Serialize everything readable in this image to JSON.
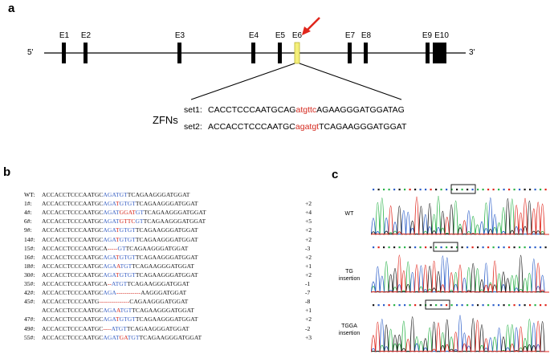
{
  "panel_a": {
    "label": "a",
    "end_5": "5'",
    "end_3": "3'",
    "exons": [
      "E1",
      "E2",
      "E3",
      "E4",
      "E5",
      "E6",
      "E7",
      "E8",
      "E9",
      "E10"
    ],
    "zfn_label": "ZFNs",
    "set1": {
      "name": "set1:",
      "prefix": "CACCTCCCAATGCAG",
      "highlight": "atgttc",
      "suffix": "AGAAGGGATGGATAG"
    },
    "set2": {
      "name": "set2:",
      "prefix": "ACCACCTCCCAATGC",
      "highlight": "agatgt",
      "suffix": "TCAGAAGGGATGGAT"
    },
    "colors": {
      "highlight": "#d52a1f",
      "arrow": "#e0261c",
      "target_exon": "#f4ef7a"
    }
  },
  "panel_b": {
    "label": "b",
    "rows": [
      {
        "id": "WT:",
        "segs": [
          [
            "k",
            "ACCACCTCCCAATGC"
          ],
          [
            "b",
            "AGATGT"
          ],
          [
            "k",
            "TCAGAAGGGATGGAT"
          ]
        ],
        "shift": ""
      },
      {
        "id": "1#:",
        "segs": [
          [
            "k",
            "ACCACCTCCCAATGC"
          ],
          [
            "b",
            "AGA"
          ],
          [
            "r",
            "T"
          ],
          [
            "b",
            "GTGT"
          ],
          [
            "k",
            "TCAGAAGGGATGGAT"
          ]
        ],
        "shift": "+2"
      },
      {
        "id": "4#:",
        "segs": [
          [
            "k",
            "ACCACCTCCCAATGC"
          ],
          [
            "b",
            "AGAT"
          ],
          [
            "r",
            "GGAT"
          ],
          [
            "b",
            "GT"
          ],
          [
            "k",
            "TCAGAAGGGATGGAT"
          ]
        ],
        "shift": "+4"
      },
      {
        "id": "6#:",
        "segs": [
          [
            "k",
            "ACCACCTCCCAATGC"
          ],
          [
            "b",
            "AGAT"
          ],
          [
            "r",
            "GTTC"
          ],
          [
            "b",
            "GT"
          ],
          [
            "k",
            "TCAGAAGGGATGGAT"
          ]
        ],
        "shift": "+5"
      },
      {
        "id": "9#:",
        "segs": [
          [
            "k",
            "ACCACCTCCCAATGC"
          ],
          [
            "b",
            "AGA"
          ],
          [
            "r",
            "T"
          ],
          [
            "b",
            "GTGT"
          ],
          [
            "k",
            "TCAGAAGGGATGGAT"
          ]
        ],
        "shift": "+2"
      },
      {
        "id": "14#:",
        "segs": [
          [
            "k",
            "ACCACCTCCCAATGC"
          ],
          [
            "b",
            "AGA"
          ],
          [
            "r",
            "T"
          ],
          [
            "b",
            "GTGT"
          ],
          [
            "k",
            "TCAGAAGGGATGGAT"
          ]
        ],
        "shift": "+2"
      },
      {
        "id": "15#:",
        "segs": [
          [
            "k",
            "ACCACCTCCCAATGCA"
          ],
          [
            "r",
            "-----"
          ],
          [
            "b",
            "GT"
          ],
          [
            "k",
            "TCAGAAGGGATGGAT"
          ]
        ],
        "shift": "-3"
      },
      {
        "id": "16#:",
        "segs": [
          [
            "k",
            "ACCACCTCCCAATGC"
          ],
          [
            "b",
            "AGA"
          ],
          [
            "r",
            "T"
          ],
          [
            "b",
            "GTGT"
          ],
          [
            "k",
            "TCAGAAGGGATGGAT"
          ]
        ],
        "shift": "+2"
      },
      {
        "id": "18#:",
        "segs": [
          [
            "k",
            "ACCACCTCCCAATGC"
          ],
          [
            "b",
            "AGA"
          ],
          [
            "r",
            "A"
          ],
          [
            "b",
            "TGT"
          ],
          [
            "k",
            "TCAGAAGGGATGGAT"
          ]
        ],
        "shift": "+1"
      },
      {
        "id": "30#:",
        "segs": [
          [
            "k",
            "ACCACCTCCCAATGC"
          ],
          [
            "b",
            "AGA"
          ],
          [
            "r",
            "T"
          ],
          [
            "b",
            "GTGT"
          ],
          [
            "k",
            "TCAGAAGGGATGGAT"
          ]
        ],
        "shift": "+2"
      },
      {
        "id": "35#:",
        "segs": [
          [
            "k",
            "ACCACCTCCCAATGCA"
          ],
          [
            "r",
            "--"
          ],
          [
            "b",
            "ATGT"
          ],
          [
            "k",
            "TCAGAAGGGATGGAT"
          ]
        ],
        "shift": "-1"
      },
      {
        "id": "42#:",
        "segs": [
          [
            "k",
            "ACCACCTCCCAATGC"
          ],
          [
            "b",
            "AGA"
          ],
          [
            "r",
            "------------"
          ],
          [
            "k",
            "AAGGGATGGAT"
          ]
        ],
        "shift": "-7"
      },
      {
        "id": "45#:",
        "segs": [
          [
            "k",
            "ACCACCTCCCAATG"
          ],
          [
            "r",
            "---------------"
          ],
          [
            "k",
            "CAGAAGGGATGGAT"
          ]
        ],
        "shift": "-8"
      },
      {
        "id": "",
        "segs": [
          [
            "k",
            "ACCACCTCCCAATGC"
          ],
          [
            "b",
            "AGA"
          ],
          [
            "r",
            "A"
          ],
          [
            "b",
            "TGT"
          ],
          [
            "k",
            "TCAGAAGGGATGGAT"
          ]
        ],
        "shift": "+1"
      },
      {
        "id": "47#:",
        "segs": [
          [
            "k",
            "ACCACCTCCCAATGC"
          ],
          [
            "b",
            "AGA"
          ],
          [
            "r",
            "T"
          ],
          [
            "b",
            "GTGT"
          ],
          [
            "k",
            "TCAGAAGGGATGGAT"
          ]
        ],
        "shift": "+2"
      },
      {
        "id": "49#:",
        "segs": [
          [
            "k",
            "ACCACCTCCCAATGC"
          ],
          [
            "r",
            "----"
          ],
          [
            "b",
            "ATGT"
          ],
          [
            "k",
            "TCAGAAGGGATGGAT"
          ]
        ],
        "shift": "-2"
      },
      {
        "id": "55#:",
        "segs": [
          [
            "k",
            "ACCACCTCCCAATGC"
          ],
          [
            "b",
            "AGAT"
          ],
          [
            "r",
            "GA"
          ],
          [
            "b",
            "TGT"
          ],
          [
            "k",
            "TCAGAAGGGATGGAT"
          ]
        ],
        "shift": "+3"
      }
    ],
    "colors": {
      "k": "#1a1a1a",
      "b": "#3b62c4",
      "r": "#d52a1f"
    }
  },
  "panel_c": {
    "label": "c",
    "traces": [
      {
        "label_line1": "WT",
        "label_line2": ""
      },
      {
        "label_line1": "TG",
        "label_line2": "insertion"
      },
      {
        "label_line1": "TGGA",
        "label_line2": "insertion"
      }
    ],
    "colors": {
      "A": "#2bb34a",
      "C": "#2d5fc9",
      "G": "#1a1a1a",
      "T": "#e0261c"
    }
  }
}
